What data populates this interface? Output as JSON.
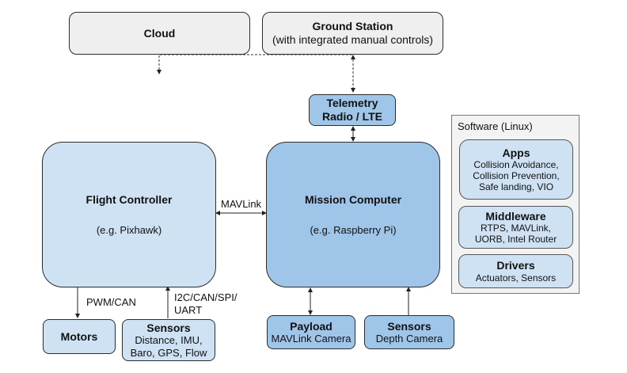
{
  "nodes": {
    "cloud": {
      "title": "Cloud"
    },
    "ground_station": {
      "title": "Ground Station",
      "subtitle": "(with integrated manual controls)"
    },
    "telemetry": {
      "title_line1": "Telemetry",
      "title_line2": "Radio / LTE"
    },
    "flight_controller": {
      "title": "Flight Controller",
      "subtitle": "(e.g. Pixhawk)"
    },
    "mission_computer": {
      "title": "Mission Computer",
      "subtitle": "(e.g. Raspberry Pi)"
    },
    "motors": {
      "title": "Motors"
    },
    "fc_sensors": {
      "title": "Sensors",
      "line1": "Distance, IMU,",
      "line2": "Baro, GPS, Flow"
    },
    "payload": {
      "title": "Payload",
      "line1": "MAVLink Camera"
    },
    "mc_sensors": {
      "title": "Sensors",
      "line1": "Depth Camera"
    }
  },
  "software_panel": {
    "title": "Software (Linux)",
    "layers": [
      {
        "title": "Apps",
        "lines": [
          "Collision Avoidance,",
          "Collision Prevention,",
          "Safe landing, VIO"
        ]
      },
      {
        "title": "Middleware",
        "lines": [
          "RTPS, MAVLink,",
          "UORB, Intel Router"
        ]
      },
      {
        "title": "Drivers",
        "lines": [
          "Actuators, Sensors"
        ]
      }
    ]
  },
  "edges": {
    "fc_mc": "MAVLink",
    "fc_motors": "PWM/CAN",
    "sensors_fc_line1": "I2C/CAN/SPI/",
    "sensors_fc_line2": "UART"
  }
}
